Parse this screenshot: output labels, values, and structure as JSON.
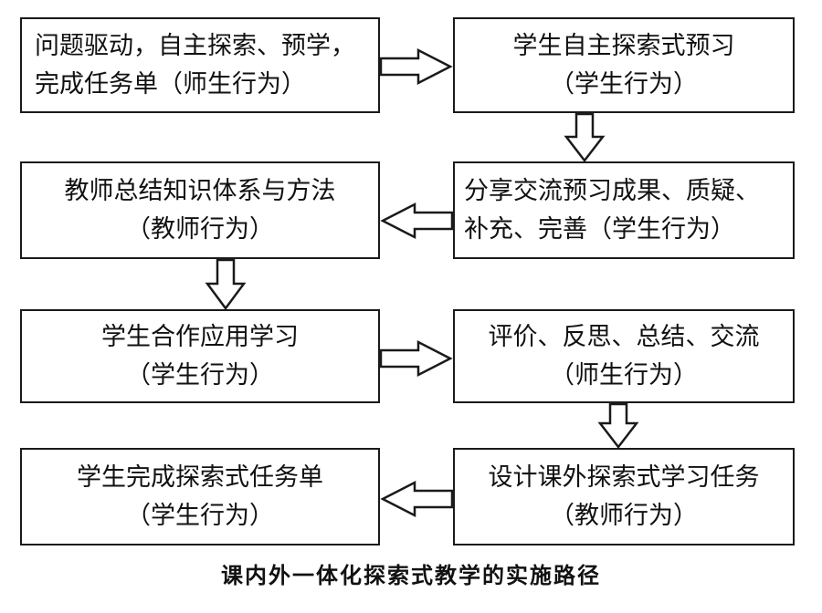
{
  "boxes": {
    "b1": {
      "line1": "问题驱动，自主探索、预学，",
      "line2": "完成任务单（师生行为）"
    },
    "b2": {
      "line1": "学生自主探索式预习",
      "line2": "（学生行为）"
    },
    "b3": {
      "line1": "分享交流预习成果、质疑、",
      "line2": "补充、完善（学生行为）"
    },
    "b4": {
      "line1": "教师总结知识体系与方法",
      "line2": "（教师行为）"
    },
    "b5": {
      "line1": "学生合作应用学习",
      "line2": "（学生行为）"
    },
    "b6": {
      "line1": "评价、反思、总结、交流",
      "line2": "（师生行为）"
    },
    "b7": {
      "line1": "设计课外探索式学习任务",
      "line2": "（教师行为）"
    },
    "b8": {
      "line1": "学生完成探索式任务单",
      "line2": "（学生行为）"
    }
  },
  "caption": "课内外一体化探索式教学的实施路径"
}
